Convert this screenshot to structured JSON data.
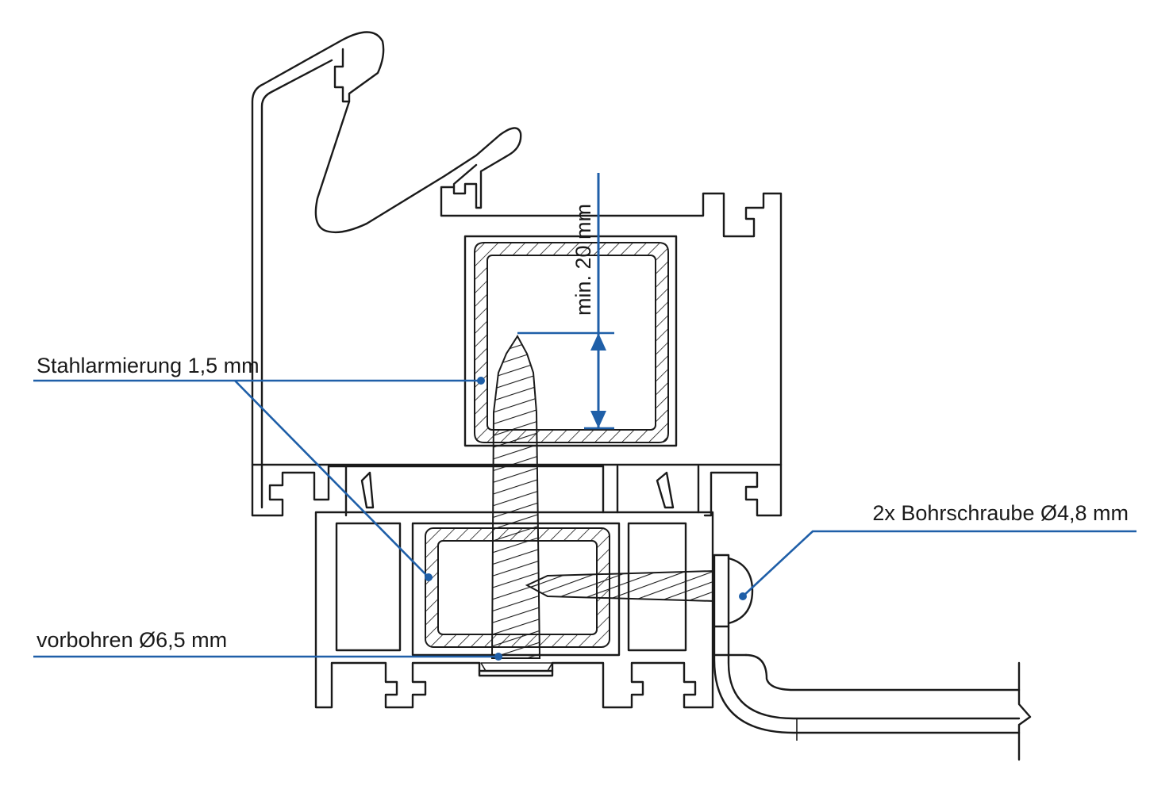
{
  "labels": {
    "stahlarmierung": "Stahlarmierung 1,5 mm",
    "vorbohren": "vorbohren Ø6,5 mm",
    "bohrschraube": "2x Bohrschraube Ø4,8 mm",
    "min_dimension": "min. 20 mm"
  },
  "colors": {
    "callout_line": "#1f5fa8",
    "dimension": "#1f5fa8",
    "drawing": "#1a1a1a",
    "background": "#ffffff"
  }
}
